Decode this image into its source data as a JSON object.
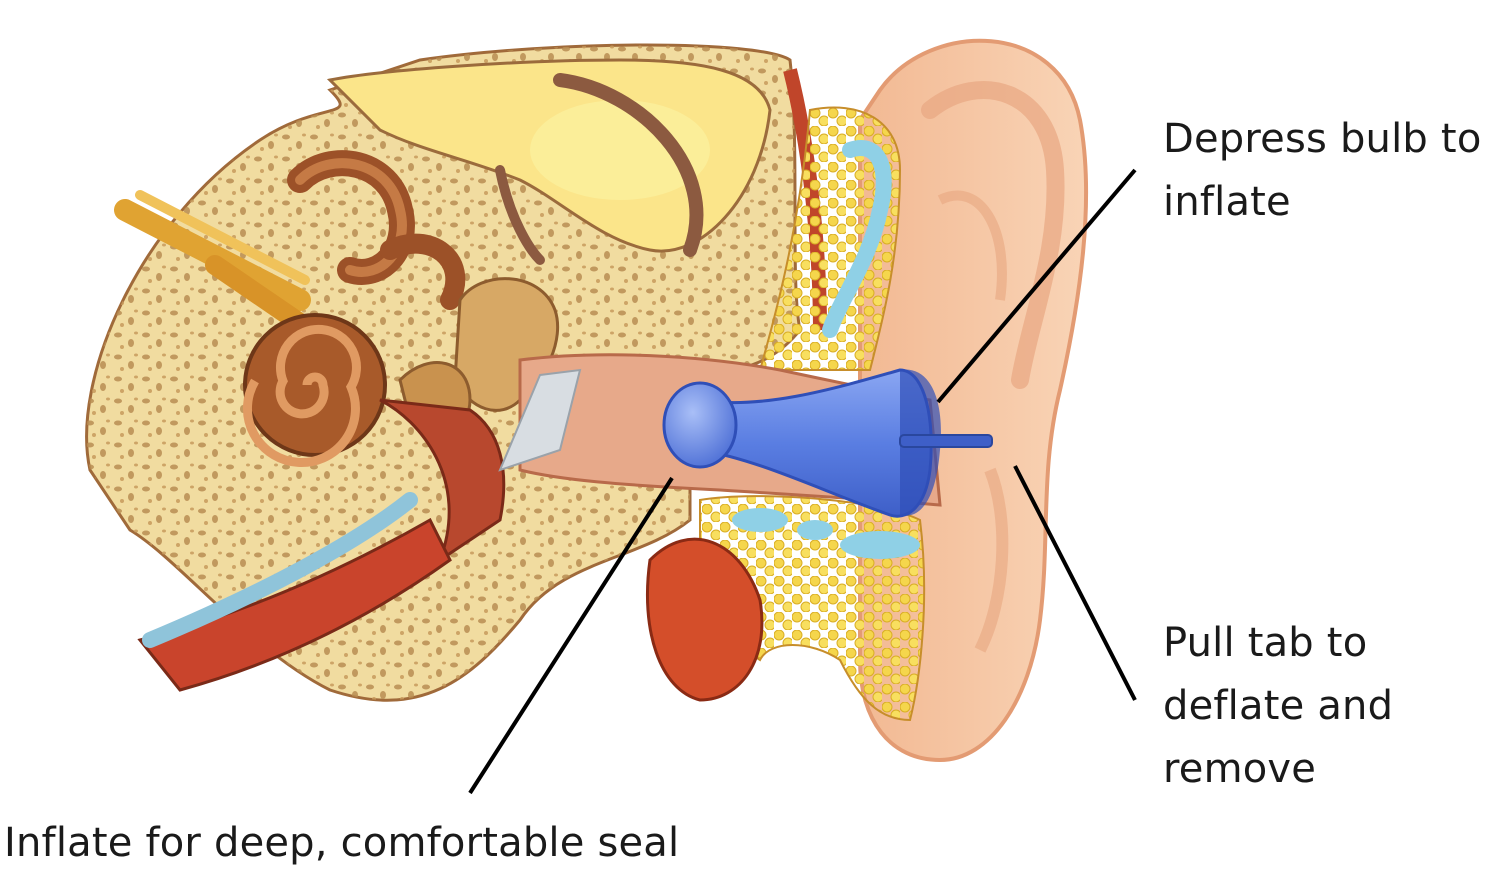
{
  "annotations": {
    "depress_bulb": [
      "Depress bulb to",
      "inflate"
    ],
    "pull_tab": [
      "Pull tab to",
      "deflate and",
      "remove"
    ],
    "inflate_seal": [
      "Inflate for deep, comfortable seal"
    ]
  },
  "colors": {
    "skin": "#f6c9a6",
    "skin_dark": "#e8a781",
    "bone": "#f1dca0",
    "bone_pore": "#b98d52",
    "canal": "#e7a98a",
    "cochlea": "#a85a2a",
    "earplug": "#5c7ee0",
    "earplug_dark": "#2f4fb8",
    "fat": "#f3d24a",
    "fluid": "#8fd0e6",
    "vessel": "#c0452a",
    "nerve": "#e0a332",
    "leader_line": "#000000"
  },
  "icons": [
    "ear-anatomy-illustration",
    "earplug-icon"
  ]
}
